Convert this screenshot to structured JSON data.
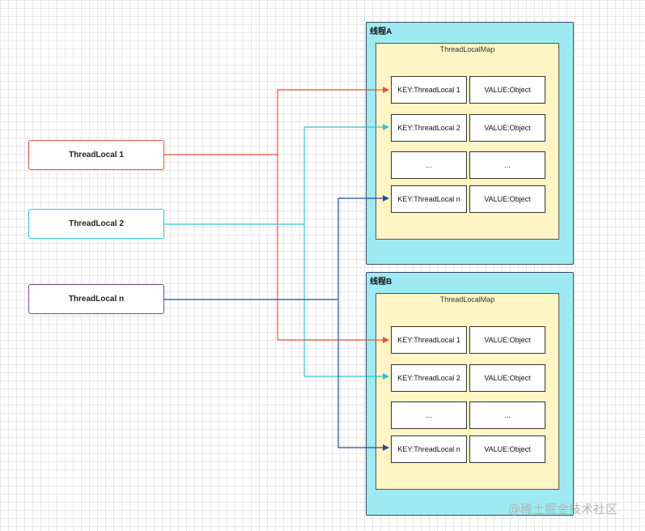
{
  "thread_locals": [
    {
      "label": "ThreadLocal 1",
      "color": "#e8533c"
    },
    {
      "label": "ThreadLocal 2",
      "color": "#2ec4d0"
    },
    {
      "label": "ThreadLocal n",
      "color": "#7a4aa8"
    }
  ],
  "line_colors": {
    "tl1": "#e8533c",
    "tl2": "#2ec4d0",
    "tln": "#1f4f99"
  },
  "threads": [
    {
      "title": "线程A",
      "map_title": "ThreadLocalMap",
      "rows": [
        {
          "key": "KEY:ThreadLocal 1",
          "value": "VALUE:Object"
        },
        {
          "key": "KEY:ThreadLocal 2",
          "value": "VALUE:Object"
        },
        {
          "key": "...",
          "value": "..."
        },
        {
          "key": "KEY:ThreadLocal n",
          "value": "VALUE:Object"
        }
      ]
    },
    {
      "title": "线程B",
      "map_title": "ThreadLocalMap",
      "rows": [
        {
          "key": "KEY:ThreadLocal 1",
          "value": "VALUE:Object"
        },
        {
          "key": "KEY:ThreadLocal 2",
          "value": "VALUE:Object"
        },
        {
          "key": "...",
          "value": "..."
        },
        {
          "key": "KEY:ThreadLocal n",
          "value": "VALUE:Object"
        }
      ]
    }
  ],
  "watermark": "@稀土掘金技术社区"
}
